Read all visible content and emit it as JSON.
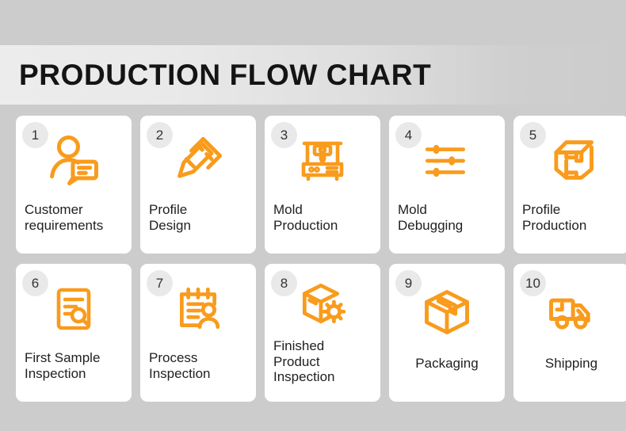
{
  "header": {
    "title": "PRODUCTION FLOW CHART"
  },
  "colors": {
    "background": "#cccccc",
    "banner_start": "#ececec",
    "card": "#ffffff",
    "accent_orange": "#f99b1c",
    "badge_bg": "#e9e9e9",
    "label_text": "#242021"
  },
  "steps": [
    {
      "number": "1",
      "label": "Customer\nrequirements",
      "icon": "customer-requirements-icon",
      "align": "left",
      "lines": 2
    },
    {
      "number": "2",
      "label": "Profile\nDesign",
      "icon": "pencil-ruler-design-icon",
      "align": "left",
      "lines": 2
    },
    {
      "number": "3",
      "label": "Mold\nProduction",
      "icon": "mold-machine-icon",
      "align": "left",
      "lines": 2
    },
    {
      "number": "4",
      "label": "Mold\nDebugging",
      "icon": "sliders-settings-icon",
      "align": "left",
      "lines": 2
    },
    {
      "number": "5",
      "label": "Profile\nProduction",
      "icon": "i-beam-profile-icon",
      "align": "left",
      "lines": 2
    },
    {
      "number": "6",
      "label": "First Sample\nInspection",
      "icon": "document-magnifier-icon",
      "align": "left",
      "lines": 2
    },
    {
      "number": "7",
      "label": "Process\nInspection",
      "icon": "clipboard-person-icon",
      "align": "left",
      "lines": 2
    },
    {
      "number": "8",
      "label": "Finished\nProduct\nInspection",
      "icon": "box-gear-icon",
      "align": "left",
      "lines": 3
    },
    {
      "number": "9",
      "label": "Packaging",
      "icon": "package-box-icon",
      "align": "center",
      "lines": 1
    },
    {
      "number": "10",
      "label": "Shipping",
      "icon": "delivery-truck-clock-icon",
      "align": "center",
      "lines": 1
    }
  ]
}
